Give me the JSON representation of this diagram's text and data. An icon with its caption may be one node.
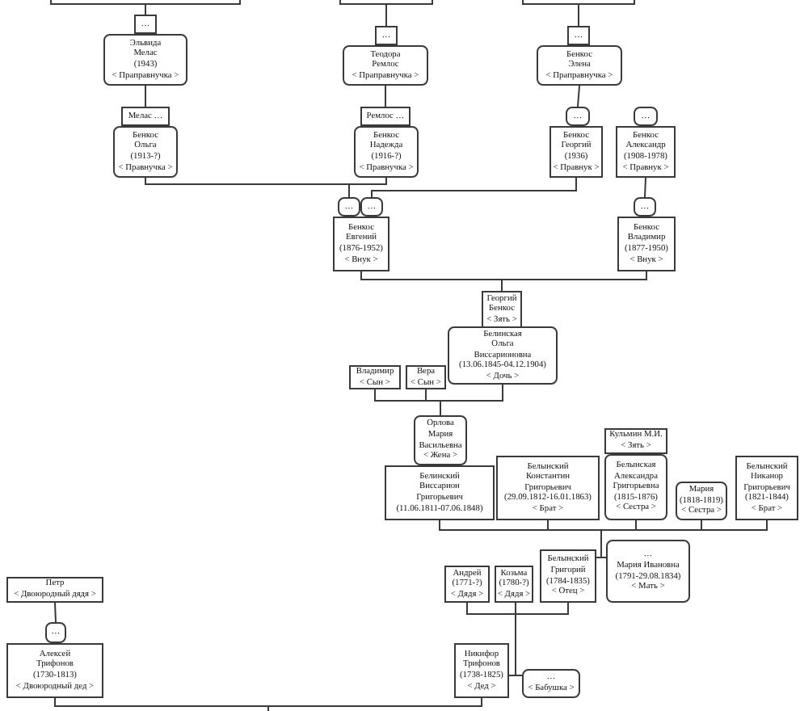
{
  "diagram": {
    "nodes": [
      {
        "text": [],
        "shape": "box"
      },
      {
        "text": [],
        "shape": "box"
      },
      {
        "text": [],
        "shape": "box"
      },
      {
        "text": [
          "…"
        ]
      },
      {
        "text": [
          "Эльвида Мелас",
          "(1943)",
          "< Праправнучка >"
        ]
      },
      {
        "text": [
          "Мелас …"
        ]
      },
      {
        "text": [
          "Бенкос Ольга",
          "(1913-?)",
          "< Правнучка >"
        ]
      },
      {
        "text": [
          "…"
        ]
      },
      {
        "text": [
          "Теодора Ремлос",
          "< Праправнучка >"
        ]
      },
      {
        "text": [
          "Ремлос …"
        ]
      },
      {
        "text": [
          "Бенкос Надежда",
          "(1916-?)",
          "< Правнучка >"
        ]
      },
      {
        "text": [
          "…"
        ]
      },
      {
        "text": [
          "Бенкос Элена",
          "< Праправнучка >"
        ]
      },
      {
        "text": [
          "…"
        ]
      },
      {
        "text": [
          "Бенкос Георгий",
          "(1936)",
          "< Правнук >"
        ]
      },
      {
        "text": [
          "…"
        ]
      },
      {
        "text": [
          "Бенкос Александр",
          "(1908-1978)",
          "< Правнук >"
        ]
      },
      {
        "text": [
          "…"
        ]
      },
      {
        "text": [
          "…"
        ]
      },
      {
        "text": [
          "Бенкос Евгений",
          "(1876-1952)",
          "< Внук >"
        ]
      },
      {
        "text": [
          "…"
        ]
      },
      {
        "text": [
          "Бенкос Владимир",
          "(1877-1950)",
          "< Внук >"
        ]
      },
      {
        "text": [
          "Георгий Бенкос",
          "< Зять >"
        ]
      },
      {
        "text": [
          "Белинская Ольга Виссарионовна",
          "(13.06.1845-04.12.1904)",
          "< Дочь >"
        ]
      },
      {
        "text": [
          "Владимир",
          "< Сын >"
        ]
      },
      {
        "text": [
          "Вера",
          "< Сын >"
        ]
      },
      {
        "text": [
          "Орлова Мария Васильевна",
          "< Жена >"
        ]
      },
      {
        "text": [
          "Белинский Виссарион Григорьевич",
          "(11.06.1811-07.06.1848)"
        ]
      },
      {
        "text": [
          "Белынский Константин Григорьевич",
          "(29.09.1812-16.01.1863)",
          "< Брат >"
        ]
      },
      {
        "text": [
          "Кульмин М.И.",
          "< Зять >"
        ]
      },
      {
        "text": [
          "Белынская Александра Григорьевна",
          "(1815-1876)",
          "< Сестра >"
        ]
      },
      {
        "text": [
          "Мария",
          "(1818-1819)",
          "< Сестра >"
        ]
      },
      {
        "text": [
          "Белынский Никанор Григорьевич",
          "(1821-1844)",
          "< Брат >"
        ]
      },
      {
        "text": [
          "Белынский Григорий",
          "(1784-1835)",
          "< Отец >"
        ]
      },
      {
        "text": [
          "…",
          "Мария Ивановна",
          "(1791-29.08.1834)",
          "< Мать >"
        ]
      },
      {
        "text": [
          "Андрей",
          "(1771-?)",
          "< Дядя >"
        ]
      },
      {
        "text": [
          "Козьма",
          "(1780-?)",
          "< Дядя >"
        ]
      },
      {
        "text": [
          "Никифор Трифонов",
          "(1738-1825)",
          "< Дед >"
        ]
      },
      {
        "text": [
          "…",
          "< Бабушка >"
        ]
      },
      {
        "text": [
          "Петр",
          "< Двоюродный дядя >"
        ]
      },
      {
        "text": [
          "…"
        ]
      },
      {
        "text": [
          "Алексей Трифонов",
          "(1730-1813)",
          "< Двоюродный дед >"
        ]
      }
    ],
    "edges": [
      {
        "from": 0,
        "to": 3,
        "arrow": "none"
      },
      {
        "from": 1,
        "to": 7,
        "arrow": "none"
      },
      {
        "from": 2,
        "to": 11,
        "arrow": "none"
      },
      {
        "from": 4,
        "to": 5,
        "arrow": "none"
      },
      {
        "from": 8,
        "to": 9,
        "arrow": "none"
      },
      {
        "from": 12,
        "to": 13,
        "arrow": "none"
      },
      {
        "from": 6,
        "to": 17,
        "arrow": "none"
      },
      {
        "from": 10,
        "to": 17,
        "arrow": "none"
      },
      {
        "from": 14,
        "to": 18,
        "arrow": "none"
      },
      {
        "from": 16,
        "to": 20,
        "arrow": "none"
      },
      {
        "from": 19,
        "to": 22,
        "arrow": "none"
      },
      {
        "from": 21,
        "to": 22,
        "arrow": "none"
      },
      {
        "from": 24,
        "to": 26,
        "arrow": "none"
      },
      {
        "from": 25,
        "to": 26,
        "arrow": "none"
      },
      {
        "from": 23,
        "to": 26,
        "arrow": "none"
      },
      {
        "from": 27,
        "to": 33,
        "arrow": "none"
      },
      {
        "from": 28,
        "to": 33,
        "arrow": "none"
      },
      {
        "from": 30,
        "to": 33,
        "arrow": "none"
      },
      {
        "from": 31,
        "to": 33,
        "arrow": "none"
      },
      {
        "from": 32,
        "to": 33,
        "arrow": "none"
      },
      {
        "from": 33,
        "to": 34,
        "arrow": "none"
      },
      {
        "from": 35,
        "to": 37,
        "arrow": "none"
      },
      {
        "from": 36,
        "to": 37,
        "arrow": "none"
      },
      {
        "from": 33,
        "to": 37,
        "arrow": "none"
      },
      {
        "from": 37,
        "to": 38,
        "arrow": "none"
      },
      {
        "from": 41,
        "to": 37,
        "arrow": "none"
      },
      {
        "from": 39,
        "to": 40,
        "arrow": "none"
      },
      {
        "from": 41,
        "to": null,
        "arrow": "none"
      }
    ]
  }
}
